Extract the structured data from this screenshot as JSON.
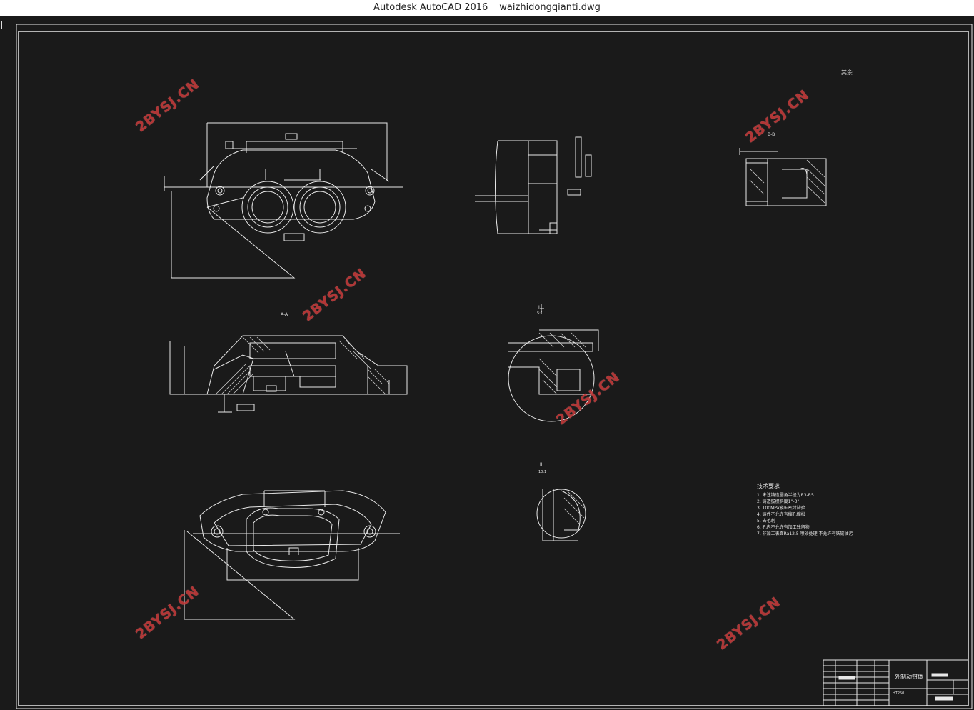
{
  "window": {
    "app_name": "Autodesk AutoCAD 2016",
    "file_name": "waizhidongqianti.dwg"
  },
  "drawing": {
    "watermark": "2BYSJ.CN",
    "tech_req_title": "技术要求",
    "tech_req_items": [
      "1. 未注铸造圆角半径为R3-R5",
      "2. 铸造拔模斜度1°-3°",
      "3. 100MPa液压密封试验",
      "4. 铸件不允许有缩孔缩松",
      "5. 去毛刺",
      "6. 孔内不允许有加工残留物",
      "7. 非加工表面Ra12.5 喷砂处理,不允许有铁锈油污"
    ],
    "title_block": {
      "part_name": "外制动钳体",
      "material": "HT250"
    },
    "detail_labels": {
      "section_aa": "A-A",
      "section_bb": "B-B",
      "detail_1": "I",
      "detail_1_scale": "5:1",
      "detail_2": "II",
      "detail_2_scale": "10:1",
      "other": "其余"
    }
  }
}
